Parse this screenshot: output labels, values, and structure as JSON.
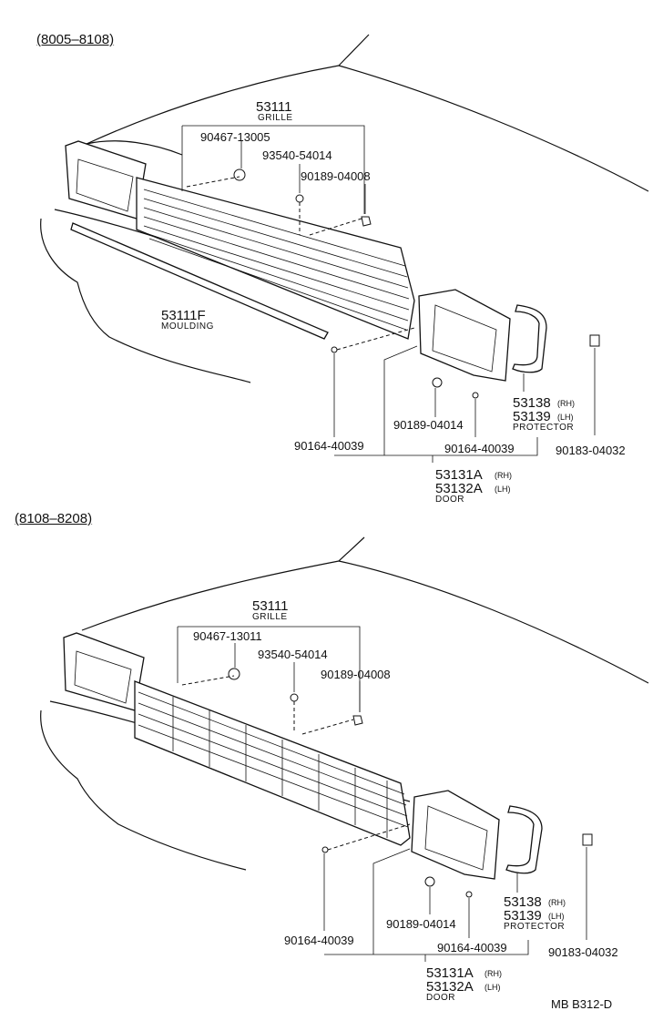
{
  "diagrams": [
    {
      "range": "(8005–8108)",
      "grille_no": "53111",
      "grille_name": "GRILLE",
      "p_90467": "90467-13005",
      "p_93540": "93540-54014",
      "p_90189a": "90189-04008",
      "moulding_no": "53111F",
      "moulding_name": "MOULDING",
      "protector_rh": "53138",
      "protector_lh": "53139",
      "protector_name": "PROTECTOR",
      "p_90189b": "90189-04014",
      "p_90164a": "90164-40039",
      "p_90164b": "90164-40039",
      "p_90183": "90183-04032",
      "door_rh": "53131A",
      "door_lh": "53132A",
      "door_name": "DOOR",
      "rh": "(RH)",
      "lh": "(LH)"
    },
    {
      "range": "(8108–8208)",
      "grille_no": "53111",
      "grille_name": "GRILLE",
      "p_90467": "90467-13011",
      "p_93540": "93540-54014",
      "p_90189a": "90189-04008",
      "protector_rh": "53138",
      "protector_lh": "53139",
      "protector_name": "PROTECTOR",
      "p_90189b": "90189-04014",
      "p_90164a": "90164-40039",
      "p_90164b": "90164-40039",
      "p_90183": "90183-04032",
      "door_rh": "53131A",
      "door_lh": "53132A",
      "door_name": "DOOR",
      "rh": "(RH)",
      "lh": "(LH)"
    }
  ],
  "footer": {
    "code": "MB  B312-D"
  }
}
